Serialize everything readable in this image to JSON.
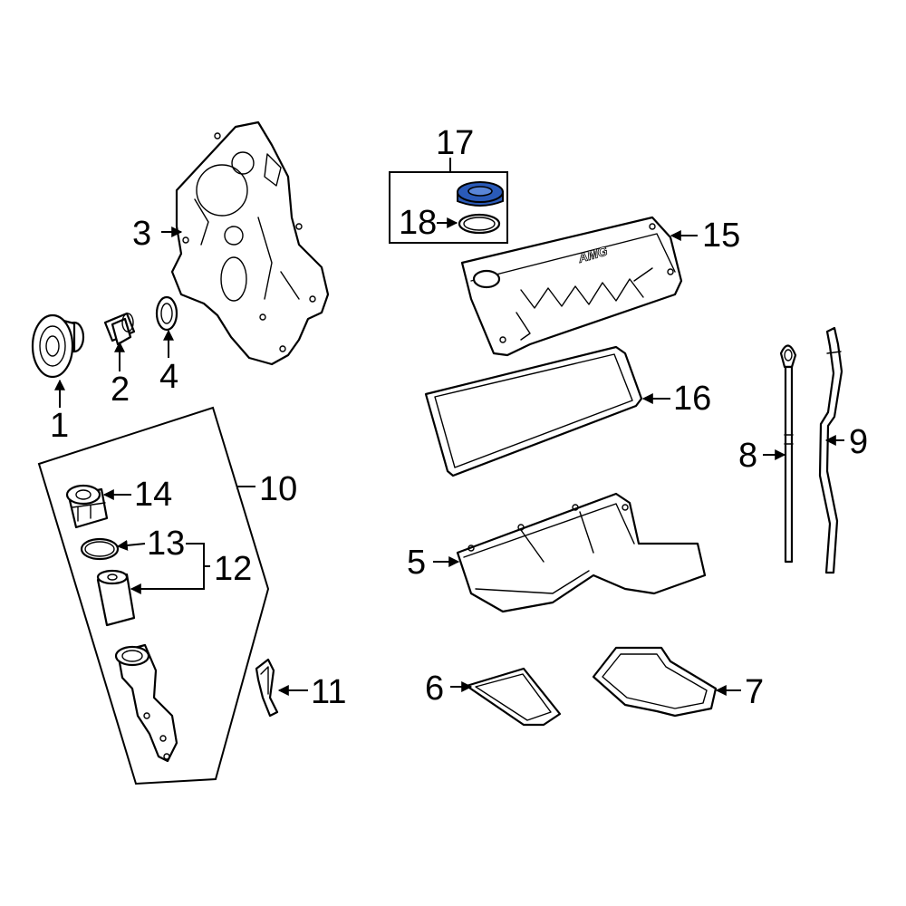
{
  "callouts": {
    "p1": "1",
    "p2": "2",
    "p3": "3",
    "p4": "4",
    "p5": "5",
    "p6": "6",
    "p7": "7",
    "p8": "8",
    "p9": "9",
    "p10": "10",
    "p11": "11",
    "p12": "12",
    "p13": "13",
    "p14": "14",
    "p15": "15",
    "p16": "16",
    "p17": "17",
    "p18": "18"
  },
  "logo_text": "AMG",
  "colors": {
    "highlight": "#2a5ab8",
    "line": "#000000",
    "background": "#ffffff"
  }
}
